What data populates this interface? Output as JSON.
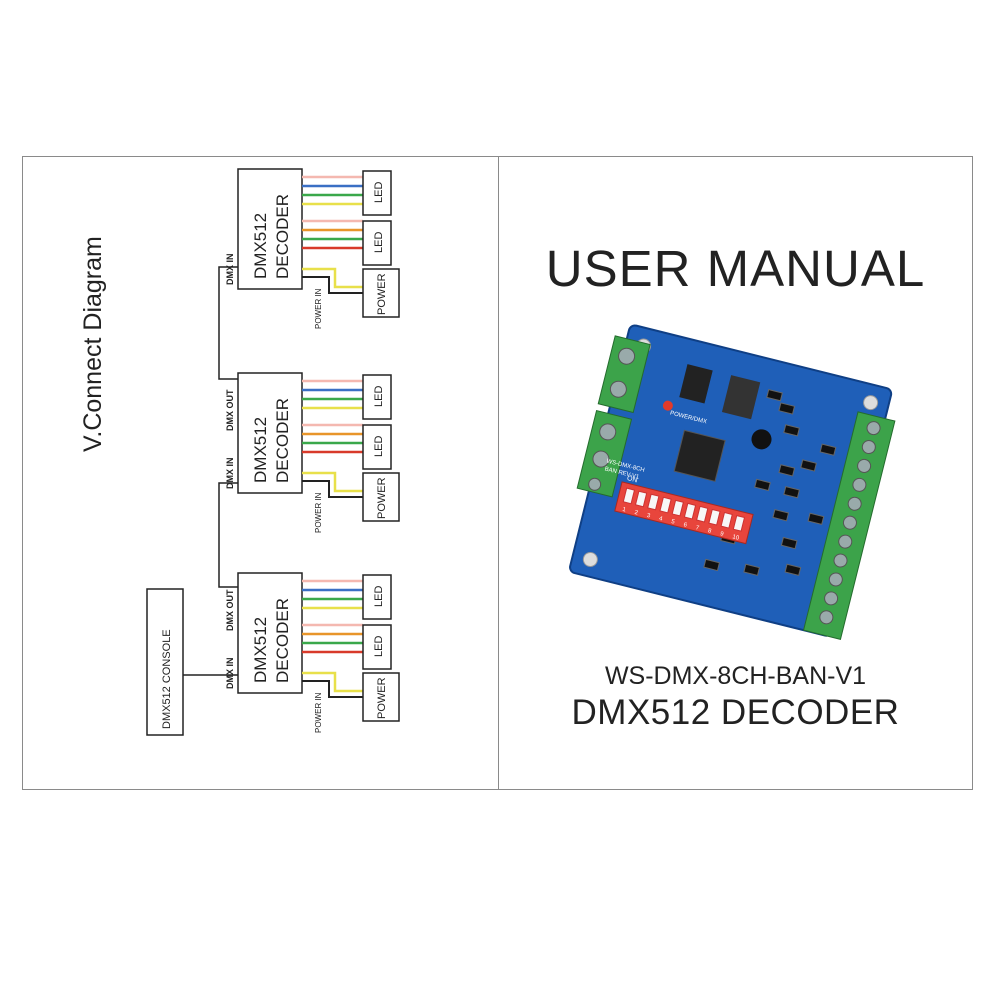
{
  "left": {
    "title": "V.Connect Diagram",
    "decoder_label_line1": "DMX512",
    "decoder_label_line2": "DECODER",
    "console_label": "DMX512 CONSOLE",
    "dmx_in": "DMX IN",
    "dmx_out": "DMX OUT",
    "led": "LED",
    "power": "POWER",
    "power_in": "POWER IN",
    "wire_colors": [
      "#f4b8b0",
      "#3a6fc4",
      "#3aa84a",
      "#e8e04a",
      "#f4b8b0",
      "#e8952a",
      "#3aa84a",
      "#d83a2a"
    ]
  },
  "right": {
    "title": "USER MANUAL",
    "model": "WS-DMX-8CH-BAN-V1",
    "product": "DMX512 DECODER",
    "board": {
      "board_color": "#1f5fb8",
      "terminal_color": "#3ca34a",
      "dip_color": "#e8453c",
      "dip_on": "ON",
      "dip_numbers": [
        "1",
        "2",
        "3",
        "4",
        "5",
        "6",
        "7",
        "8",
        "9",
        "10"
      ],
      "silk_power": "POWER/DMX",
      "silk_model": "WS-DMX-8CH",
      "silk_rev": "BAN REV-V1"
    }
  }
}
